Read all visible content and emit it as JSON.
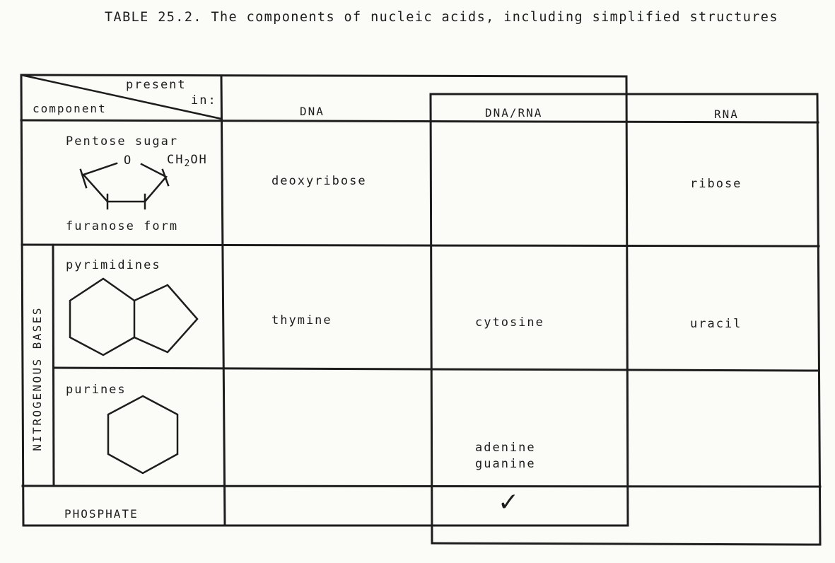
{
  "caption": "TABLE 25.2. The components of nucleic acids, including simplified structures",
  "header": {
    "corner_top_1": "present",
    "corner_top_2": "in:",
    "corner_bottom": "component",
    "columns": [
      "DNA",
      "DNA/RNA",
      "RNA"
    ]
  },
  "side_label": "NITROGENOUS BASES",
  "rows": {
    "pentose": {
      "title": "Pentose sugar",
      "ring_atom": "O",
      "substituent_main": "CH",
      "substituent_sub": "2",
      "substituent_end": "OH",
      "form": "furanose form",
      "dna": "deoxyribose",
      "dna_rna": "",
      "rna": "ribose"
    },
    "pyrimidines": {
      "title": "pyrimidines",
      "dna": "thymine",
      "dna_rna": "cytosine",
      "rna": "uracil"
    },
    "purines": {
      "title": "purines",
      "dna": "",
      "dna_rna_1": "adenine",
      "dna_rna_2": "guanine",
      "rna": ""
    },
    "phosphate": {
      "title": "PHOSPHATE",
      "dna": "",
      "dna_rna": "✓",
      "rna": ""
    }
  },
  "colors": {
    "ink": "#1d1d1d",
    "paper": "#fbfbf7"
  }
}
